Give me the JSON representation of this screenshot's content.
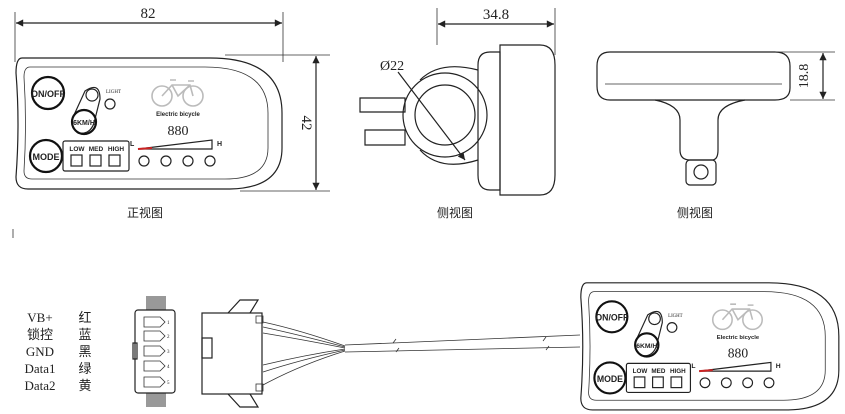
{
  "front_view": {
    "width_dim": "82",
    "height_dim": "42",
    "caption": "正视图"
  },
  "side_view": {
    "width_dim": "34.8",
    "diameter_dim": "Ø22",
    "caption": "侧视图"
  },
  "top_view": {
    "height_dim": "18.8",
    "caption": "侧视图"
  },
  "display": {
    "on_off": "ON/OFF",
    "light": "LIGHT",
    "six_kmh": "6KM/H",
    "brand": "Electric bicycle",
    "speed": "880",
    "mode": "MODE",
    "low": "LOW",
    "med": "MED",
    "high": "HIGH",
    "level_low": "L",
    "level_high": "H"
  },
  "wiring": {
    "pins": [
      {
        "signal": "VB+",
        "color": "红",
        "num": "1"
      },
      {
        "signal": "锁控",
        "color": "蓝",
        "num": "2"
      },
      {
        "signal": "GND",
        "color": "黑",
        "num": "3"
      },
      {
        "signal": "Data1",
        "color": "绿",
        "num": "4"
      },
      {
        "signal": "Data2",
        "color": "黄",
        "num": "5"
      }
    ]
  },
  "colors": {
    "line": "#222222",
    "level_bar_accent": "#cc2222",
    "bike_icon": "#bbbbbb"
  }
}
